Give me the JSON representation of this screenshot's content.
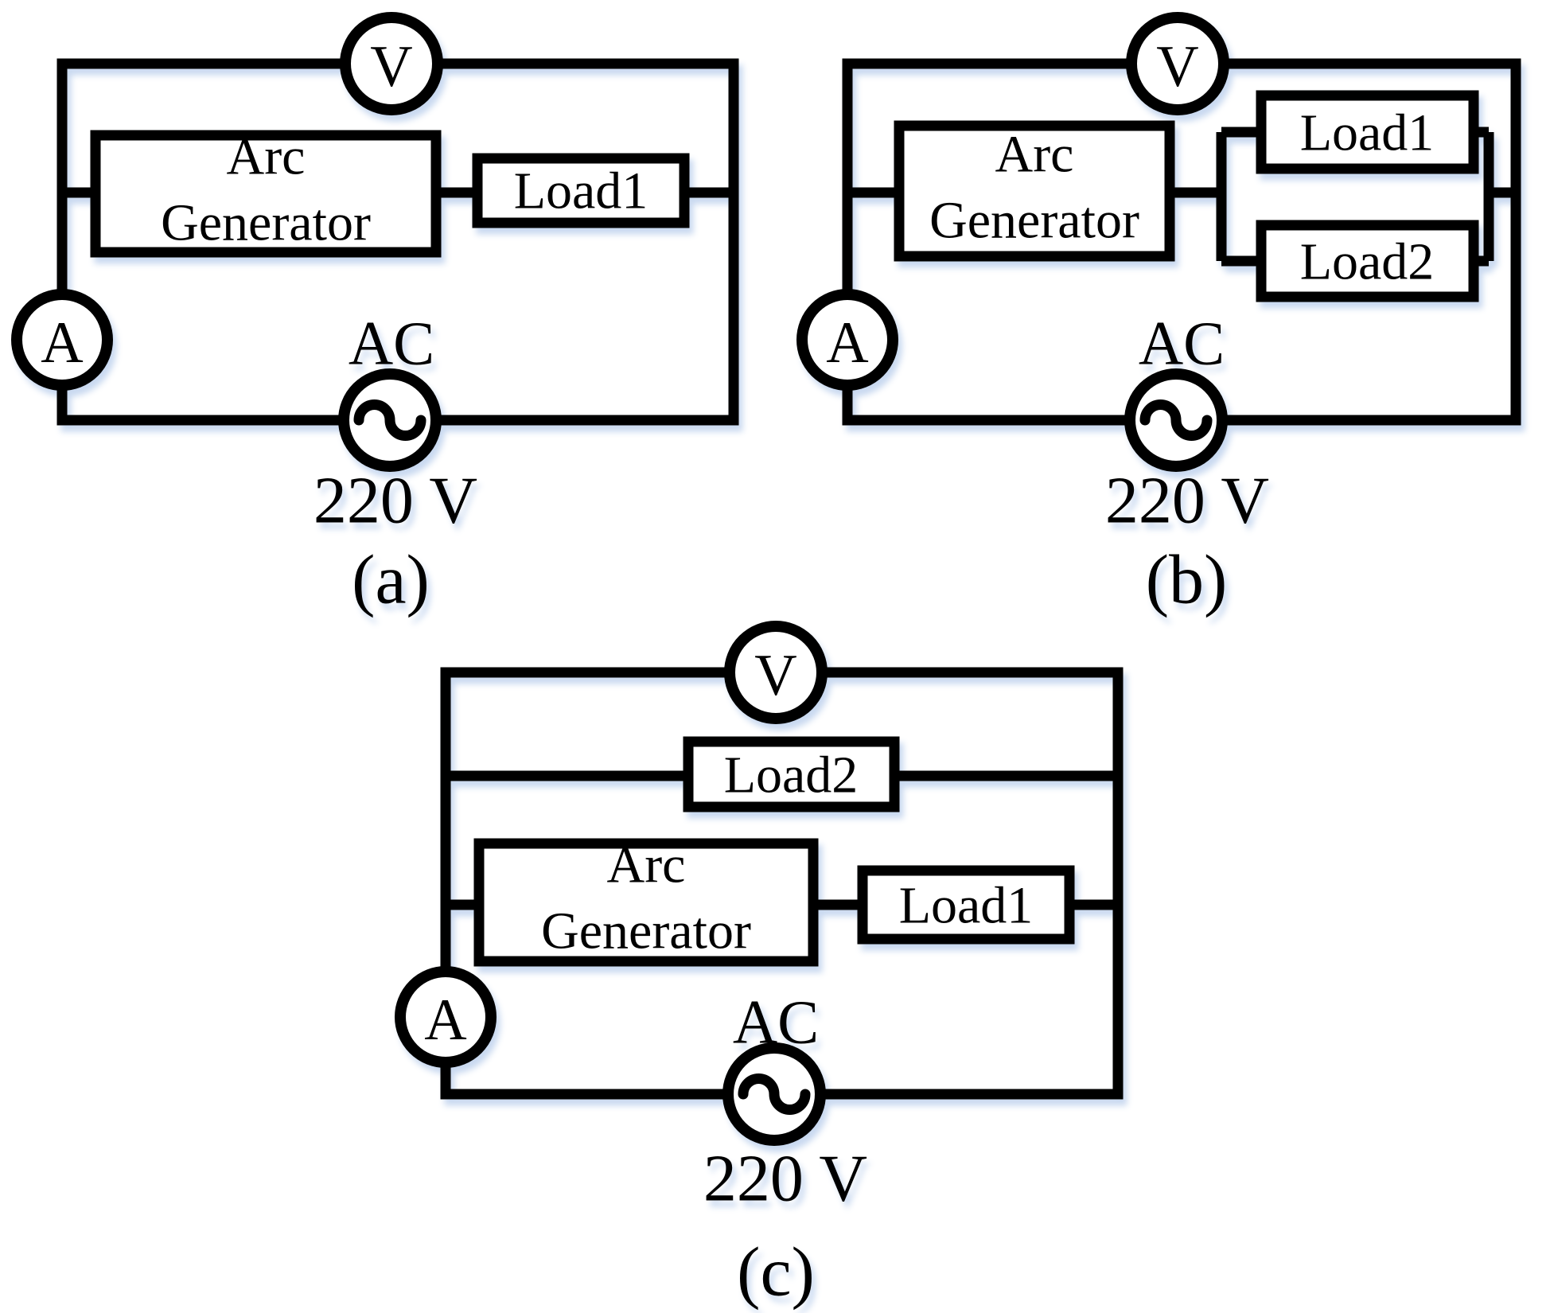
{
  "figure": {
    "type": "circuit-diagram",
    "background_color": "#ffffff",
    "line_color": "#000000",
    "shadow_color": "#c9d9f0",
    "circuits": [
      {
        "caption": "(a)",
        "voltmeter_label": "V",
        "ammeter_label": "A",
        "source_label": "AC",
        "source_voltage": "220 V",
        "generator_line1": "Arc",
        "generator_line2": "Generator",
        "load1_label": "Load1"
      },
      {
        "caption": "(b)",
        "voltmeter_label": "V",
        "ammeter_label": "A",
        "source_label": "AC",
        "source_voltage": "220 V",
        "generator_line1": "Arc",
        "generator_line2": "Generator",
        "load1_label": "Load1",
        "load2_label": "Load2"
      },
      {
        "caption": "(c)",
        "voltmeter_label": "V",
        "ammeter_label": "A",
        "source_label": "AC",
        "source_voltage": "220 V",
        "generator_line1": "Arc",
        "generator_line2": "Generator",
        "load1_label": "Load1",
        "load2_label": "Load2"
      }
    ]
  }
}
